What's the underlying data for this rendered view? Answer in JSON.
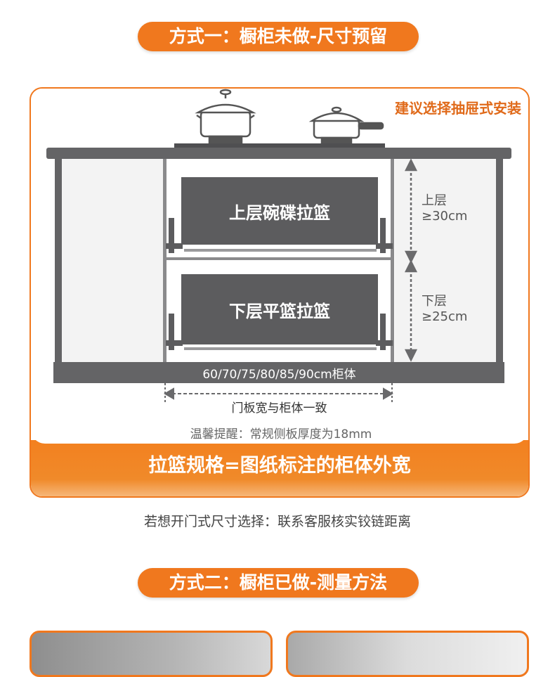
{
  "section1": {
    "title": "方式一：橱柜未做-尺寸预留",
    "suggestion": "建议选择抽屉式安装",
    "upper_basket": "上层碗碟拉篮",
    "lower_basket": "下层平篮拉篮",
    "upper_label_1": "上层",
    "upper_label_2": "≥30cm",
    "lower_label_1": "下层",
    "lower_label_2": "≥25cm",
    "cabinet_sizes": "60/70/75/80/85/90cm柜体",
    "door_note": "门板宽与柜体一致",
    "reminder": "温馨提醒：常规侧板厚度为18mm",
    "spec_banner": "拉篮规格=图纸标注的柜体外宽",
    "door_option": "若想开门式尺寸选择：联系客服核实铰链距离"
  },
  "section2": {
    "title": "方式二：橱柜已做-测量方法"
  },
  "colors": {
    "accent": "#f0781e",
    "cabinet": "#646466",
    "basket": "#5c5c5e"
  }
}
